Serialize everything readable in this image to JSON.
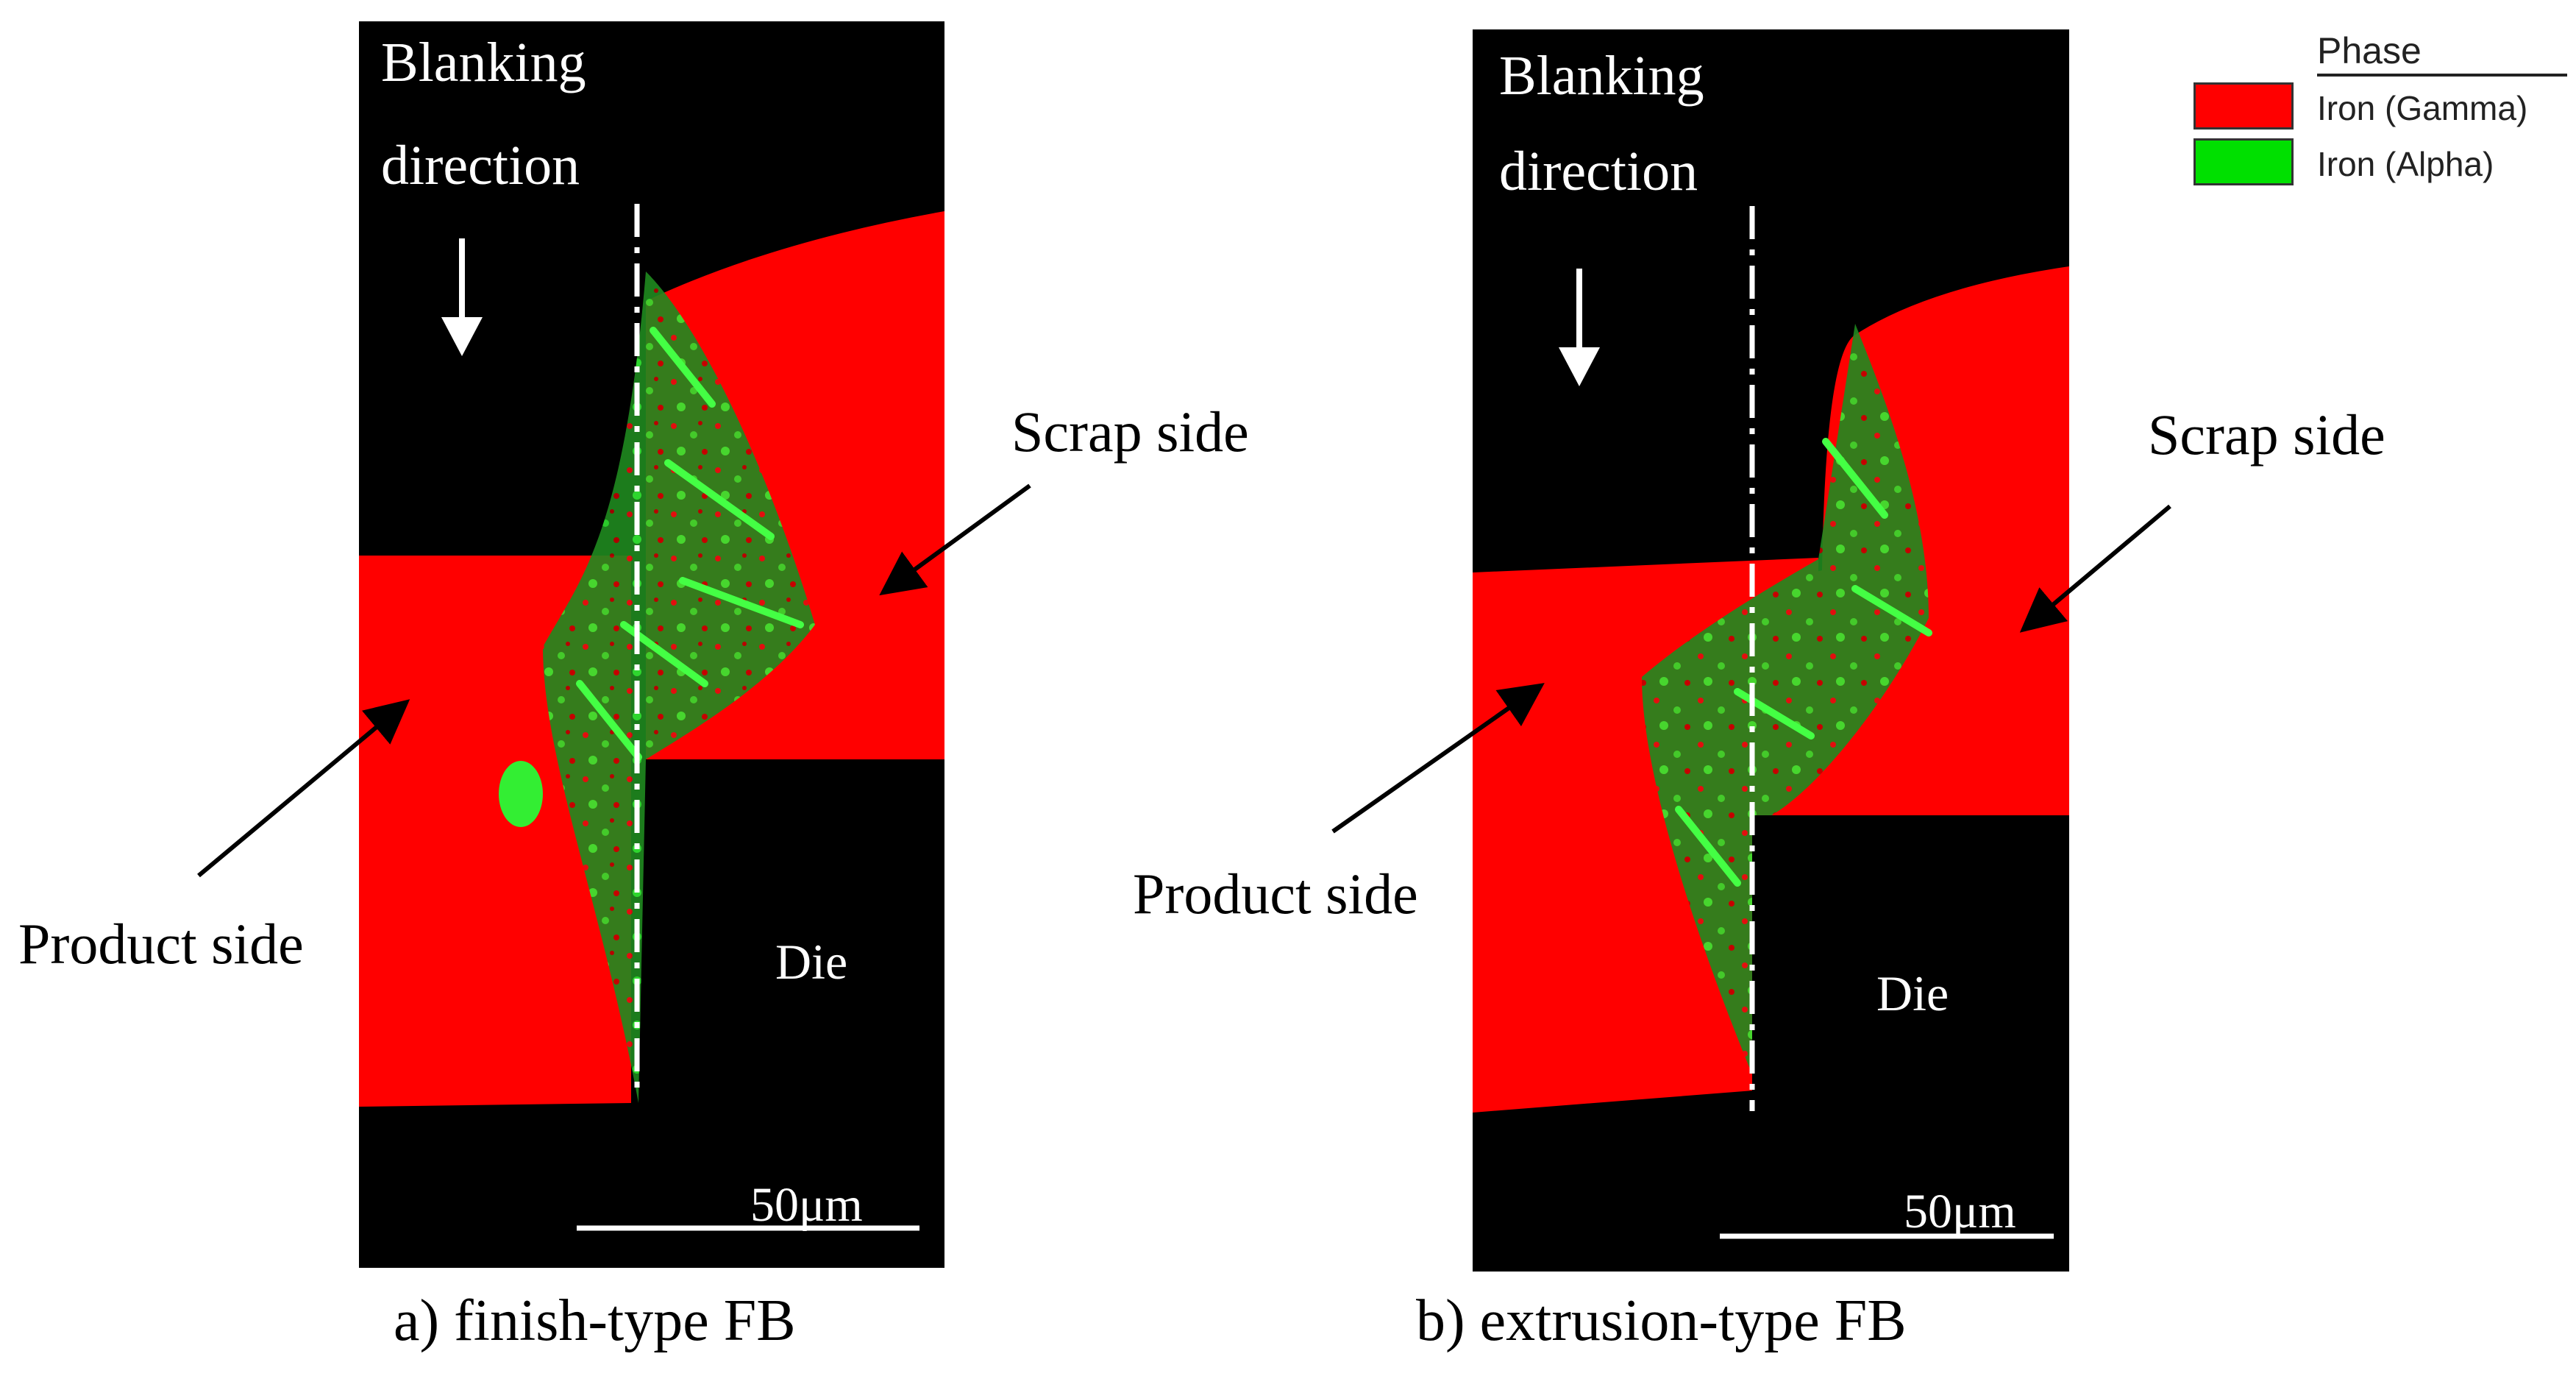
{
  "panel_a": {
    "blanking_line1": "Blanking",
    "blanking_line2": "direction",
    "scrap_label": "Scrap side",
    "product_label": "Product side",
    "die_label": "Die",
    "scale_label": "50μm",
    "caption": "a) finish-type FB"
  },
  "panel_b": {
    "blanking_line1": "Blanking",
    "blanking_line2": "direction",
    "scrap_label": "Scrap side",
    "product_label": "Product side",
    "die_label": "Die",
    "scale_label": "50μm",
    "caption": "b) extrusion-type FB"
  },
  "legend": {
    "title": "Phase",
    "items": [
      {
        "label": "Iron (Gamma)",
        "color": "#ff0000"
      },
      {
        "label": "Iron (Alpha)",
        "color": "#00e000"
      }
    ]
  },
  "colors": {
    "gamma_red": "#ff0000",
    "alpha_green": "#22d022",
    "background": "#000000",
    "annotation": "#ffffff"
  }
}
